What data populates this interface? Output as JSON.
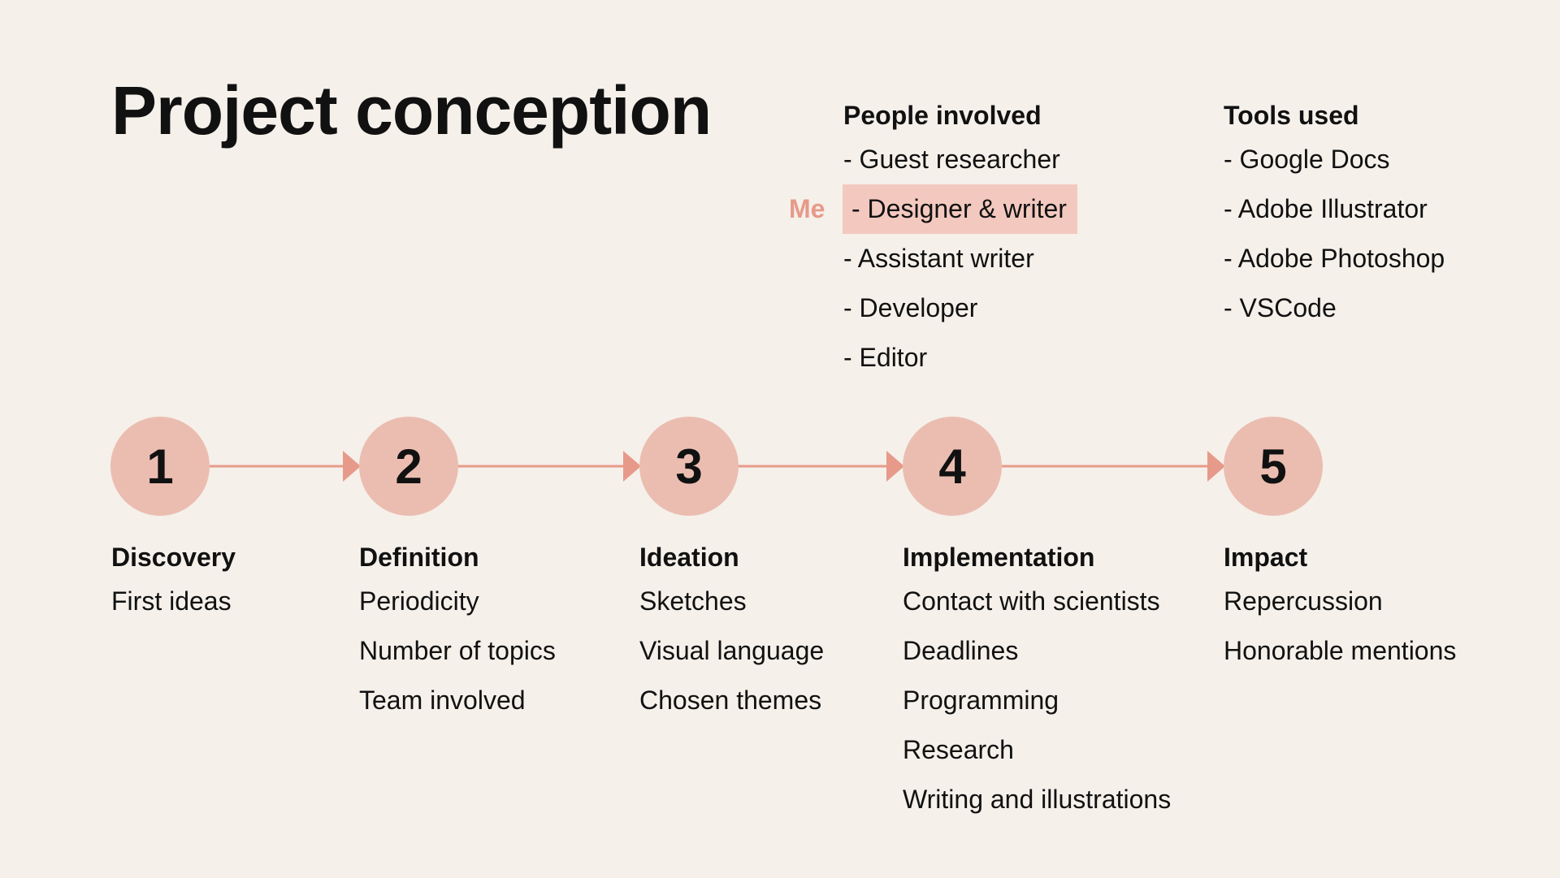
{
  "title": "Project conception",
  "people": {
    "heading": "People involved",
    "items": [
      "- Guest researcher",
      "- Designer & writer",
      "- Assistant writer",
      "- Developer",
      "- Editor"
    ],
    "highlight_index": 1,
    "me_label": "Me"
  },
  "tools": {
    "heading": "Tools used",
    "items": [
      "- Google Docs",
      "- Adobe Illustrator",
      "- Adobe Photoshop",
      "- VSCode"
    ]
  },
  "colors": {
    "background": "#f5f0ea",
    "circle": "#ebbdb0",
    "arrow": "#e79a8a",
    "highlight": "#f3c9bf",
    "me_text": "#e79a8a"
  },
  "steps": [
    {
      "number": "1",
      "title": "Discovery",
      "items": [
        "First ideas"
      ]
    },
    {
      "number": "2",
      "title": "Definition",
      "items": [
        "Periodicity",
        "Number of topics",
        "Team involved"
      ]
    },
    {
      "number": "3",
      "title": "Ideation",
      "items": [
        "Sketches",
        "Visual language",
        "Chosen themes"
      ]
    },
    {
      "number": "4",
      "title": "Implementation",
      "items": [
        "Contact with scientists",
        "Deadlines",
        "Programming",
        "Research",
        "Writing and illustrations"
      ]
    },
    {
      "number": "5",
      "title": "Impact",
      "items": [
        "Repercussion",
        "Honorable mentions"
      ]
    }
  ]
}
